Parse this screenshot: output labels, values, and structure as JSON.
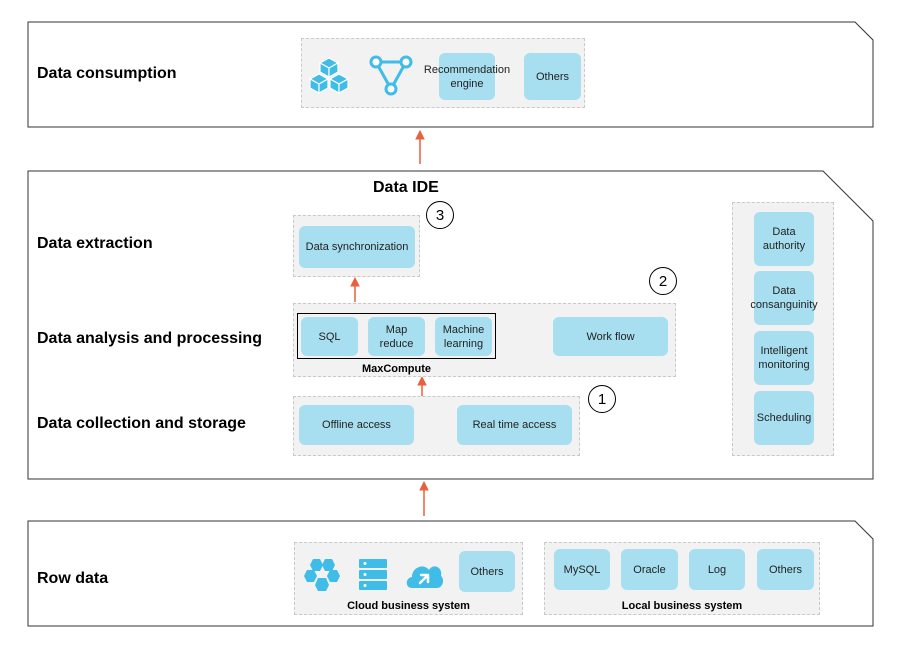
{
  "colors": {
    "chip_fill": "#a7dff0",
    "icon_fill": "#3fbce8",
    "arrow": "#e8603c",
    "group_fill": "#f2f2f2"
  },
  "layers": {
    "consumption": {
      "label": "Data consumption",
      "icons": [
        "cube-cluster-icon",
        "graph-network-icon"
      ],
      "items": [
        "Recommendation engine",
        "Others"
      ]
    },
    "ide": {
      "title": "Data IDE",
      "extraction": {
        "label": "Data extraction",
        "step": "3",
        "items": [
          "Data synchronization"
        ]
      },
      "analysis": {
        "label": "Data analysis and processing",
        "step": "2",
        "maxcompute_items": [
          "SQL",
          "Map reduce",
          "Machine learning"
        ],
        "maxcompute_caption": "MaxCompute",
        "workflow": "Work flow"
      },
      "collection": {
        "label": "Data collection and storage",
        "step": "1",
        "items": [
          "Offline access",
          "Real time access"
        ]
      },
      "governance": [
        "Data authority",
        "Data consanguinity",
        "Intelligent monitoring",
        "Scheduling"
      ]
    },
    "raw": {
      "label": "Row data",
      "cloud": {
        "icons": [
          "hexagon-cluster-icon",
          "server-stack-icon",
          "cloud-upload-icon"
        ],
        "items": [
          "Others"
        ],
        "caption": "Cloud business system"
      },
      "local": {
        "items": [
          "MySQL",
          "Oracle",
          "Log",
          "Others"
        ],
        "caption": "Local business system"
      }
    }
  }
}
